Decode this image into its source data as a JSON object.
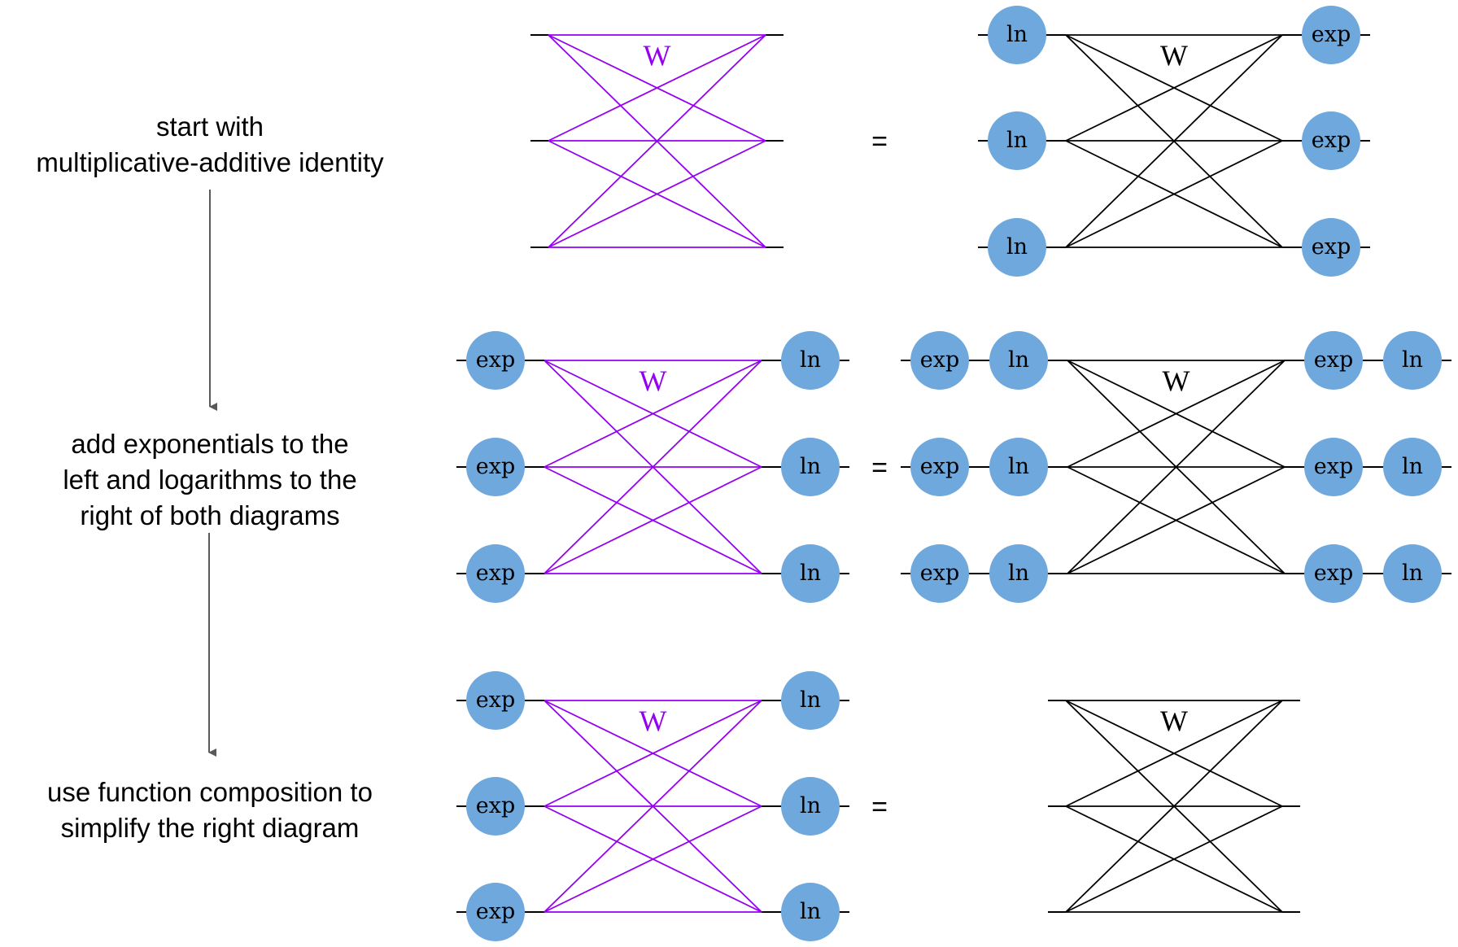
{
  "colors": {
    "purple": "#9400f0",
    "black": "#000000",
    "node_fill": "#6fa8dc",
    "arrow": "#595959"
  },
  "captions": [
    {
      "lines": [
        "start with",
        "multiplicative-additive identity"
      ]
    },
    {
      "lines": [
        "add exponentials to the",
        "left and logarithms to the",
        "right of both diagrams"
      ]
    },
    {
      "lines": [
        "use function composition to",
        "simplify the right diagram"
      ]
    }
  ],
  "equals_sign": "=",
  "weight_label": "W",
  "rows": [
    {
      "left": {
        "color": "purple",
        "pre": [],
        "post": []
      },
      "right": {
        "color": "black",
        "pre": [
          "ln"
        ],
        "post": [
          "exp"
        ]
      }
    },
    {
      "left": {
        "color": "purple",
        "pre": [
          "exp"
        ],
        "post": [
          "ln"
        ]
      },
      "right": {
        "color": "black",
        "pre": [
          "exp",
          "ln"
        ],
        "post": [
          "exp",
          "ln"
        ]
      }
    },
    {
      "left": {
        "color": "purple",
        "pre": [
          "exp"
        ],
        "post": [
          "ln"
        ]
      },
      "right": {
        "color": "black",
        "pre": [],
        "post": []
      }
    }
  ]
}
